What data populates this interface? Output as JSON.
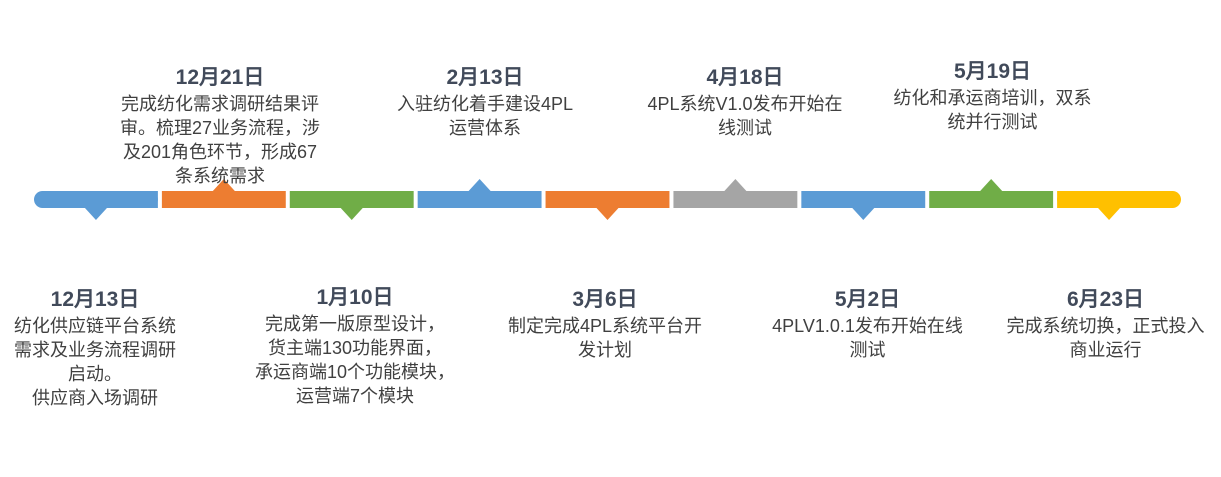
{
  "colors": {
    "blue": "#5b9bd5",
    "orange": "#ed7d31",
    "green": "#70ad47",
    "gray": "#a5a5a5",
    "yellow": "#ffc000",
    "date_text": "#414a5a",
    "body_text": "#404040"
  },
  "timeline": {
    "segments": [
      {
        "color": "blue",
        "pointer": "down"
      },
      {
        "color": "orange",
        "pointer": "up"
      },
      {
        "color": "green",
        "pointer": "down"
      },
      {
        "color": "blue",
        "pointer": "up"
      },
      {
        "color": "orange",
        "pointer": "down"
      },
      {
        "color": "gray",
        "pointer": "up"
      },
      {
        "color": "blue",
        "pointer": "down"
      },
      {
        "color": "green",
        "pointer": "up"
      },
      {
        "color": "yellow",
        "pointer": "down"
      }
    ]
  },
  "events": [
    {
      "date": "12月13日",
      "desc": "纺化供应链平台系统\n需求及业务流程调研\n启动。\n供应商入场调研"
    },
    {
      "date": "12月21日",
      "desc": "完成纺化需求调研结果评\n审。梳理27业务流程，涉\n及201角色环节，形成67\n条系统需求"
    },
    {
      "date": "1月10日",
      "desc": "完成第一版原型设计，\n货主端130功能界面，\n承运商端10个功能模块，\n运营端7个模块"
    },
    {
      "date": "2月13日",
      "desc": "入驻纺化着手建设4PL\n运营体系"
    },
    {
      "date": "3月6日",
      "desc": "制定完成4PL系统平台开\n发计划"
    },
    {
      "date": "4月18日",
      "desc": "4PL系统V1.0发布开始在\n线测试"
    },
    {
      "date": "5月2日",
      "desc": "4PLV1.0.1发布开始在线\n测试"
    },
    {
      "date": "5月19日",
      "desc": "纺化和承运商培训，双系\n统并行测试"
    },
    {
      "date": "6月23日",
      "desc": "完成系统切换，正式投入\n商业运行"
    }
  ]
}
